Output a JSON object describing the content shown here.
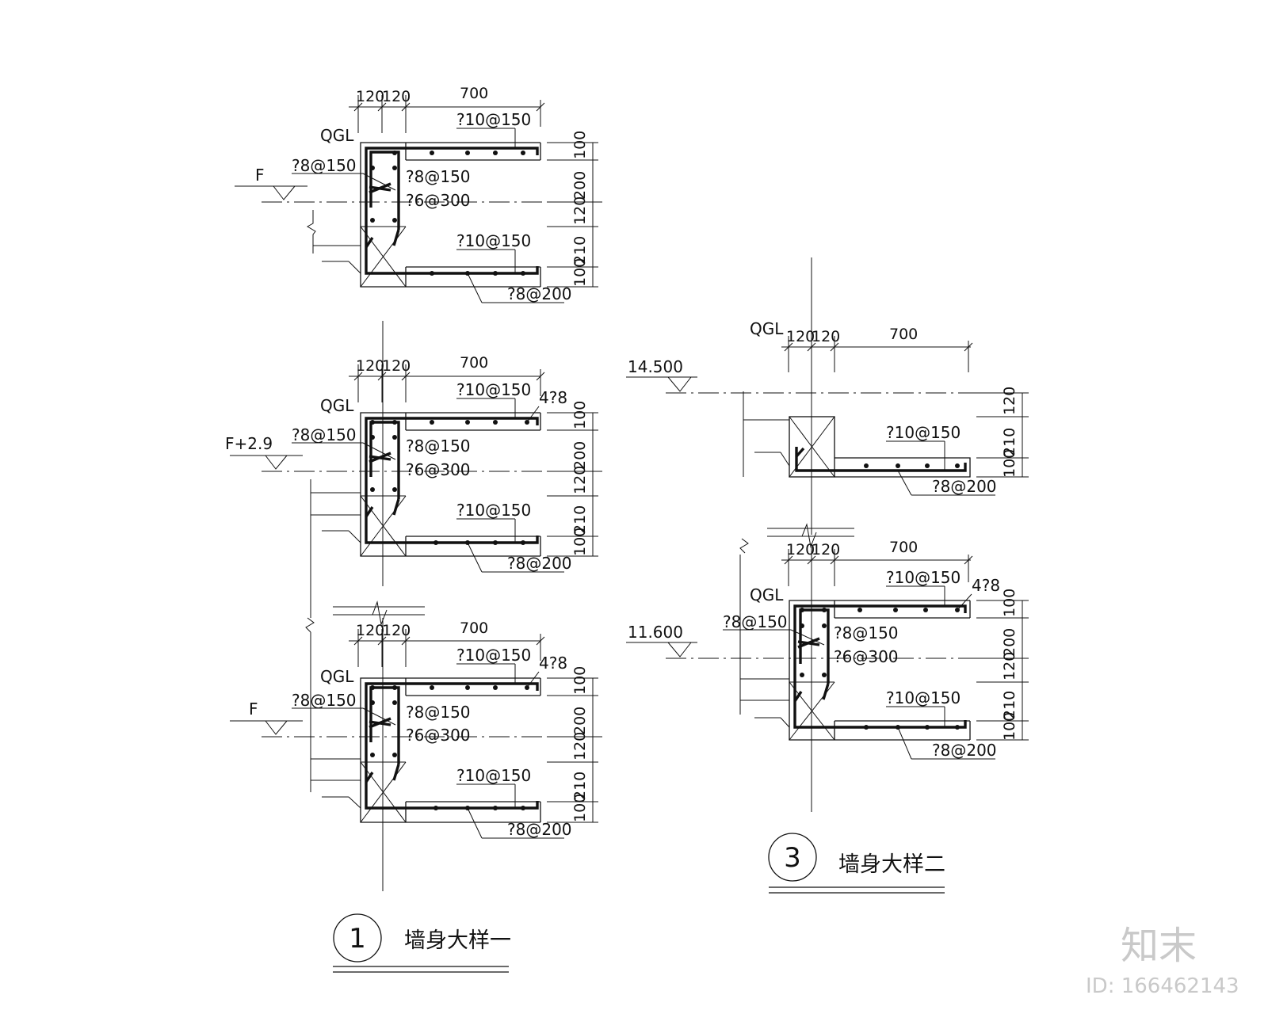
{
  "detail1": {
    "number": "1",
    "title": "墙身大样一",
    "sections": [
      {
        "level": "F",
        "beam": "QGL",
        "dims_top": [
          "120",
          "120",
          "700"
        ],
        "dims_right": [
          "100",
          "200",
          "120",
          "210",
          "100"
        ],
        "rebar": {
          "top": "?10@150",
          "stirrup": "?8@150",
          "inner1": "?8@150",
          "inner2": "?6@300",
          "lower": "?10@150",
          "bottom": "?8@200"
        }
      },
      {
        "level": "F+2.9",
        "beam": "QGL",
        "dims_top": [
          "120",
          "120",
          "700"
        ],
        "dims_right": [
          "100",
          "200",
          "120",
          "210",
          "100"
        ],
        "rebar": {
          "top": "?10@150",
          "corner": "4?8",
          "stirrup": "?8@150",
          "inner1": "?8@150",
          "inner2": "?6@300",
          "lower": "?10@150",
          "bottom": "?8@200"
        }
      },
      {
        "level": "F",
        "beam": "QGL",
        "dims_top": [
          "120",
          "120",
          "700"
        ],
        "dims_right": [
          "100",
          "200",
          "120",
          "210",
          "100"
        ],
        "rebar": {
          "top": "?10@150",
          "corner": "4?8",
          "stirrup": "?8@150",
          "inner1": "?8@150",
          "inner2": "?6@300",
          "lower": "?10@150",
          "bottom": "?8@200"
        }
      }
    ]
  },
  "detail3": {
    "number": "3",
    "title": "墙身大样二",
    "sections": [
      {
        "level": "14.500",
        "beam": "QGL",
        "dims_top": [
          "120",
          "120",
          "700"
        ],
        "dims_right": [
          "120",
          "210",
          "100"
        ],
        "rebar": {
          "lower": "?10@150",
          "bottom": "?8@200"
        }
      },
      {
        "level": "11.600",
        "beam": "QGL",
        "dims_top": [
          "120",
          "120",
          "700"
        ],
        "dims_right": [
          "100",
          "200",
          "120",
          "210",
          "100"
        ],
        "rebar": {
          "top": "?10@150",
          "corner": "4?8",
          "stirrup": "?8@150",
          "inner1": "?8@150",
          "inner2": "?6@300",
          "lower": "?10@150",
          "bottom": "?8@200"
        }
      }
    ]
  },
  "watermark": {
    "brand": "知末",
    "id": "ID: 166462143"
  }
}
